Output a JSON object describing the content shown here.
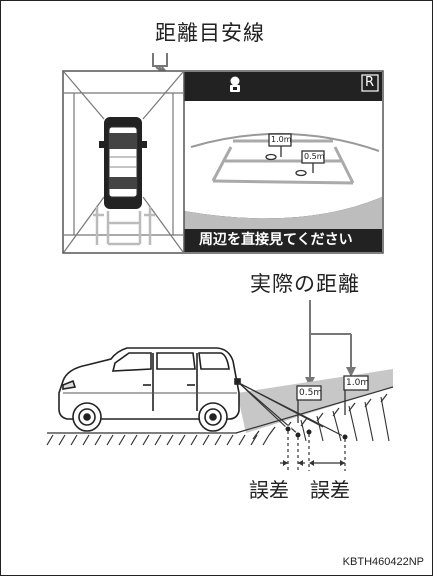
{
  "top_label": "距離目安線",
  "screen": {
    "gear_letter": "R",
    "marker_near": "0.5m",
    "marker_far": "1.0m",
    "warning_text": "周辺を直接見てください"
  },
  "bottom_label": "実際の距離",
  "bottom_flags": {
    "near": "0.5m",
    "far": "1.0m"
  },
  "error_labels": [
    "誤差",
    "誤差"
  ],
  "figure_code": "KBTH460422NP"
}
